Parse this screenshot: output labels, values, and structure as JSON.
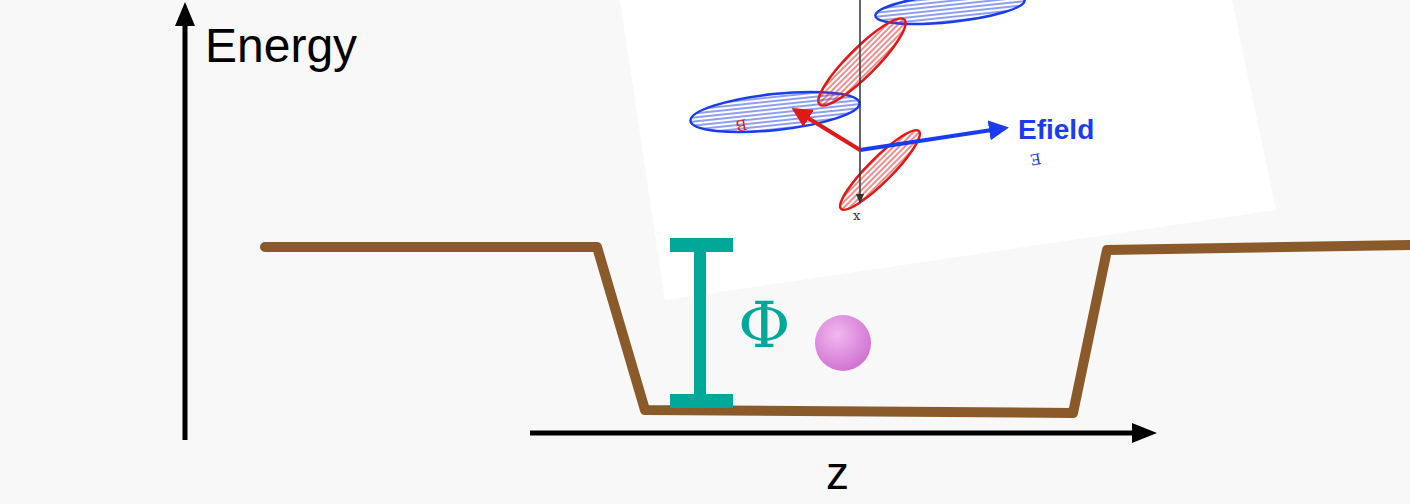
{
  "diagram": {
    "labels": [
      "Energy",
      "z",
      "Φ",
      "Efield",
      "B",
      "E",
      "x"
    ]
  }
}
